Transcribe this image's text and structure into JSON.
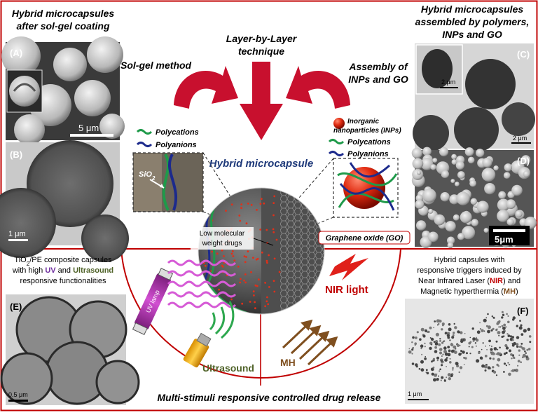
{
  "titles": {
    "top_left": [
      "Hybrid microcapsules",
      "after sol-gel coating"
    ],
    "top_right": [
      "Hybrid microcapsules",
      "assembled by polymers,",
      "INPs and GO"
    ],
    "sol_gel": "Sol-gel method",
    "lbl": [
      "Layer-by-Layer",
      "technique"
    ],
    "assembly": [
      "Assembly of",
      "INPs and GO"
    ],
    "center": "Hybrid microcapsule",
    "bottom": "Multi-stimuli responsive controlled drug release"
  },
  "panels": {
    "A": "(A)",
    "B": "(B)",
    "C": "(C)",
    "D": "(D)",
    "E": "(E)",
    "F": "(F)"
  },
  "scale_bars": {
    "A": "5 μm",
    "B": "1 μm",
    "C_inset": "2 μm",
    "C": "2 μm",
    "D": "5μm",
    "E": "0.5 μm",
    "F": "1 μm"
  },
  "legend_left": {
    "polycations": "Polycations",
    "polyanions": "Polyanions",
    "sio2": "SiO",
    "sio2_sub": "2"
  },
  "legend_right": {
    "inps": [
      "Inorganic",
      "nanoparticles  (INPs)"
    ],
    "polycations": "Polycations",
    "polyanions": "Polyanions"
  },
  "labels": {
    "drugs": [
      "Low molecular",
      "weight drugs"
    ],
    "go": "Graphene oxide (GO)",
    "uv_lamp": "UV lamp",
    "ultrasound": "Ultrasound",
    "nir_light": "NIR light",
    "mh": "MH"
  },
  "text_E": {
    "line1_a": "TiO",
    "line1_sub": "2",
    "line1_b": "/PE composite capsules",
    "line2_a": "with high ",
    "line2_uv": "UV",
    "line2_b": " and ",
    "line2_us": "Ultrasound",
    "line3": "responsive functionalities"
  },
  "text_F": {
    "line1": "Hybrid capsules with",
    "line2": "responsive triggers induced by",
    "line3_a": "Near Infrared Laser (",
    "line3_nir": "NIR",
    "line3_b": ") and",
    "line4_a": "Magnetic hyperthermia (",
    "line4_mh": "MH",
    "line4_b": ")"
  },
  "colors": {
    "frame": "#c00000",
    "arrow": "#c8102e",
    "polycation": "#1f9a4a",
    "polyanion": "#1c2a8c",
    "uv": "#7030a0",
    "ultrasound": "#4f6228",
    "nir": "#c00000",
    "mh": "#7f4f1f",
    "center_title": "#1f3a7a"
  }
}
